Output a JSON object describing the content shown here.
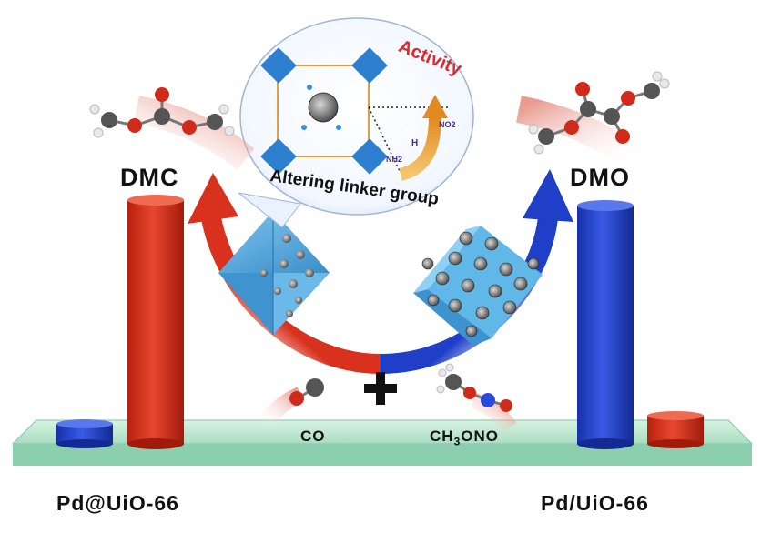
{
  "labels": {
    "dmc": "DMC",
    "dmo": "DMO",
    "co": "CO",
    "ch3ono": {
      "pre": "CH",
      "sub": "3",
      "post": "ONO"
    },
    "plus": "+",
    "catalyst_left": "Pd@UiO-66",
    "catalyst_right": "Pd/UiO-66",
    "bubble_caption": "Altering linker group",
    "activity": "Activity",
    "groups": [
      "NH2",
      "H",
      "NO2"
    ]
  },
  "colors": {
    "red": "#d8321f",
    "blue": "#1f3fc8",
    "plate": "#bfe8d2",
    "octahedron": "#4aa3dd",
    "cube": "#5fb8e8",
    "arrow_orange": "#e89a2b",
    "activity_red": "#e0282a"
  },
  "bar_levels": {
    "left_pair": {
      "blue": 0.07,
      "red": 1.0
    },
    "right_pair": {
      "blue": 1.0,
      "red": 0.11
    }
  }
}
